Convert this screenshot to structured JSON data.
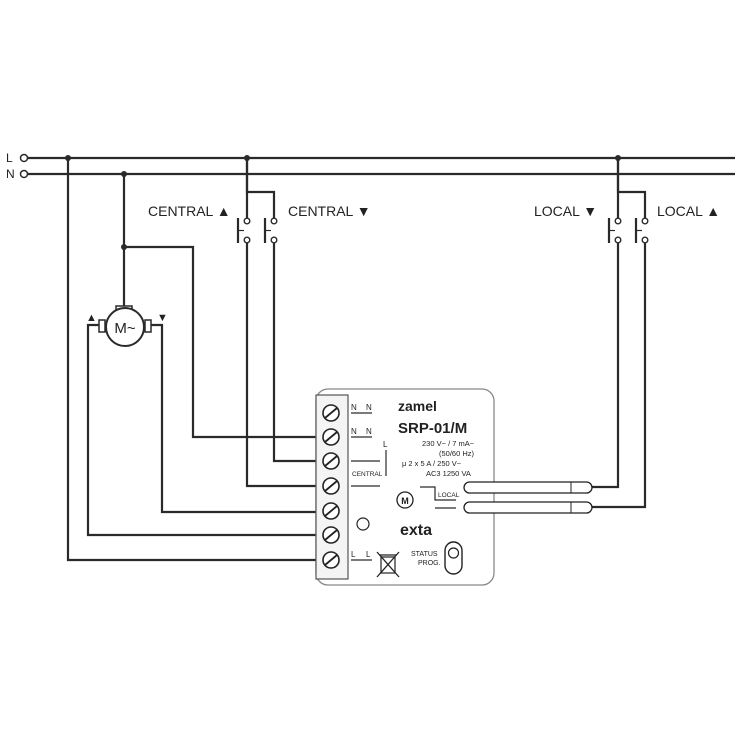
{
  "supply": {
    "line_label": "L",
    "neutral_label": "N"
  },
  "switches": {
    "central_up": "CENTRAL ▲",
    "central_down": "CENTRAL ▼",
    "local_down": "LOCAL ▼",
    "local_up": "LOCAL ▲"
  },
  "motor": {
    "symbol": "M~",
    "up_marker": "▲",
    "down_marker": "▼"
  },
  "module": {
    "brand": "zamel",
    "model": "SRP-01/M",
    "spec_power": "230 V~ / 7 mA~",
    "spec_freq": "(50/60 Hz)",
    "spec_contacts": "μ 2 x 5 A / 250 V~",
    "spec_ac3": "AC3 1250 VA",
    "series": "exta",
    "central_label": "CENTRAL",
    "local_label": "LOCAL",
    "status_label": "STATUS",
    "prog_label": "PROG.",
    "terminal_n1": "N",
    "terminal_n2": "N",
    "terminal_l": "L",
    "terminal_l2": "L",
    "motor_small": "M"
  }
}
